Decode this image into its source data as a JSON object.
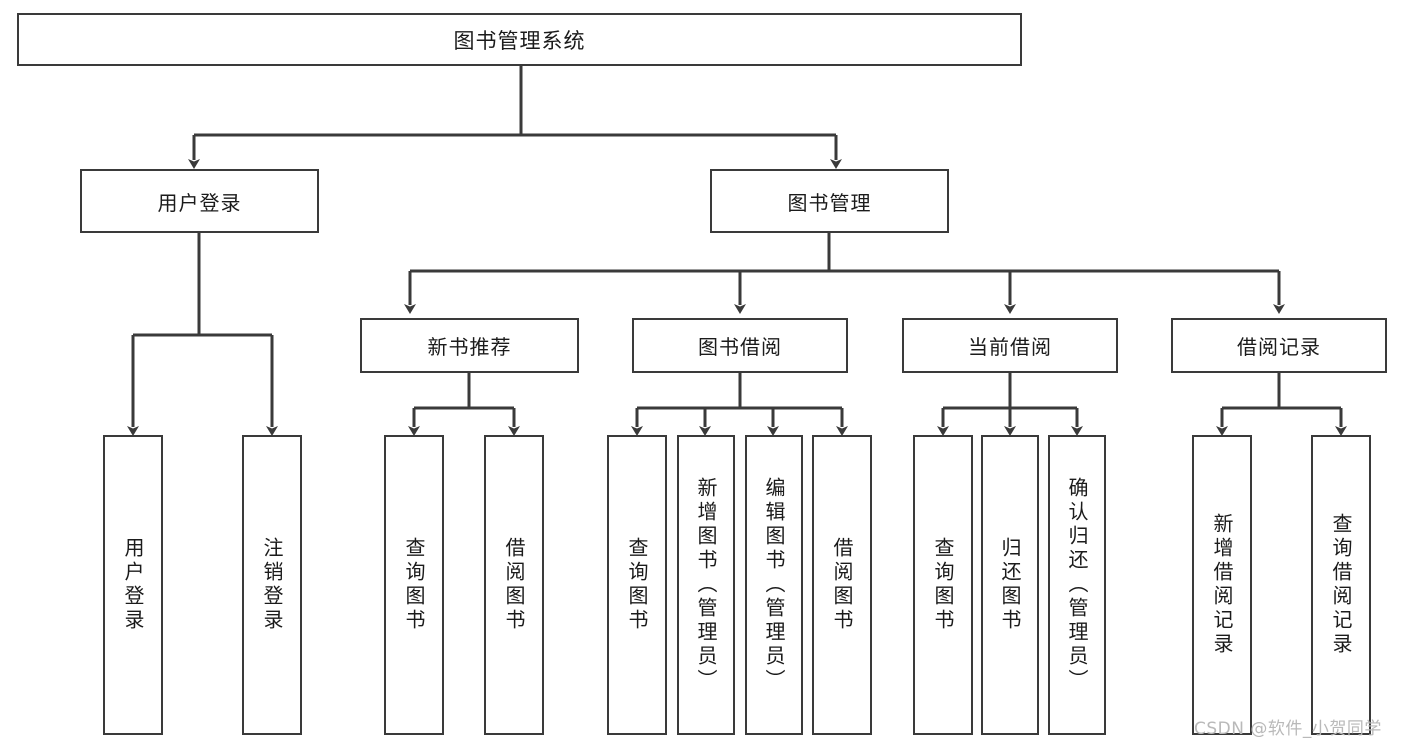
{
  "diagram": {
    "type": "tree",
    "title": "图书管理系统",
    "orientation": "top-down",
    "style": {
      "box_border": "#3a3a3a",
      "box_fill": "#ffffff",
      "line": "#3a3a3a",
      "text": "#1b1b1b",
      "background": "#ffffff"
    },
    "root": {
      "label": "图书管理系统"
    },
    "level2": [
      {
        "id": "n-user-login",
        "label": "用户登录"
      },
      {
        "id": "n-book-mgmt",
        "label": "图书管理"
      }
    ],
    "level3": [
      {
        "id": "n-new-book-rec",
        "label": "新书推荐",
        "parent": "n-book-mgmt"
      },
      {
        "id": "n-book-borrow",
        "label": "图书借阅",
        "parent": "n-book-mgmt"
      },
      {
        "id": "n-current-borrow",
        "label": "当前借阅",
        "parent": "n-book-mgmt"
      },
      {
        "id": "n-borrow-record",
        "label": "借阅记录",
        "parent": "n-book-mgmt"
      }
    ],
    "leaves": [
      {
        "id": "l-user-login",
        "label": "用户登录",
        "parent": "n-user-login"
      },
      {
        "id": "l-user-logout",
        "label": "注销登录",
        "parent": "n-user-login"
      },
      {
        "id": "l-rec-query",
        "label": "查询图书",
        "parent": "n-new-book-rec"
      },
      {
        "id": "l-rec-borrow",
        "label": "借阅图书",
        "parent": "n-new-book-rec"
      },
      {
        "id": "l-borrow-query",
        "label": "查询图书",
        "parent": "n-book-borrow"
      },
      {
        "id": "l-borrow-add",
        "label": "新增图书（管理员）",
        "parent": "n-book-borrow"
      },
      {
        "id": "l-borrow-edit",
        "label": "编辑图书（管理员）",
        "parent": "n-book-borrow"
      },
      {
        "id": "l-borrow-lend",
        "label": "借阅图书",
        "parent": "n-book-borrow"
      },
      {
        "id": "l-cur-query",
        "label": "查询图书",
        "parent": "n-current-borrow"
      },
      {
        "id": "l-cur-return",
        "label": "归还图书",
        "parent": "n-current-borrow"
      },
      {
        "id": "l-cur-confirm",
        "label": "确认归还（管理员）",
        "parent": "n-current-borrow"
      },
      {
        "id": "l-rec-add",
        "label": "新增借阅记录",
        "parent": "n-borrow-record"
      },
      {
        "id": "l-rec-search",
        "label": "查询借阅记录",
        "parent": "n-borrow-record"
      }
    ]
  },
  "watermark": {
    "text": "CSDN @软件_小贺同学"
  }
}
